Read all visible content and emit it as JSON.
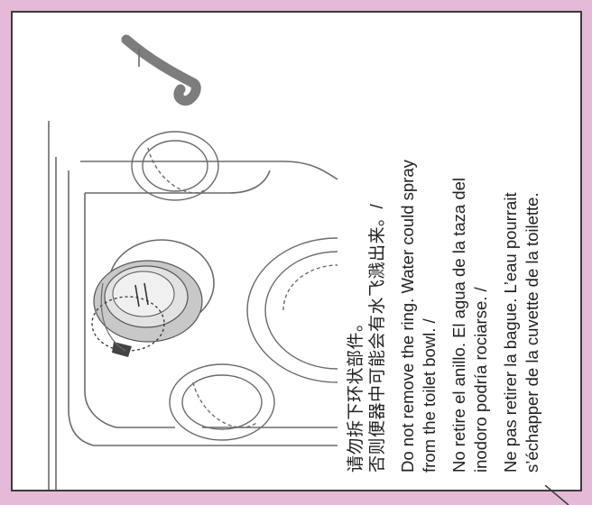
{
  "colors": {
    "background": "#e5bad6",
    "sheet": "#ffffff",
    "text": "#231f20",
    "arrow": "#7d7d7d",
    "line_art": "#6b6b6b"
  },
  "warning": {
    "zh": [
      "请勿拆下环状部件。",
      "否则便器中可能会有水飞溅出来。/"
    ],
    "en": [
      "Do not remove the ring. Water could spray",
      "from the toilet bowl. /"
    ],
    "es": [
      "No retire el anillo. El agua de la taza del",
      "inodoro podría rociarse. /"
    ],
    "fr": [
      "Ne pas retirer la bague. L’eau pourrait",
      "s’échapper de la cuvette de la toilette."
    ]
  },
  "illustration": {
    "icons": [
      "curved-arrow-icon",
      "toilet-ring-icon"
    ]
  }
}
